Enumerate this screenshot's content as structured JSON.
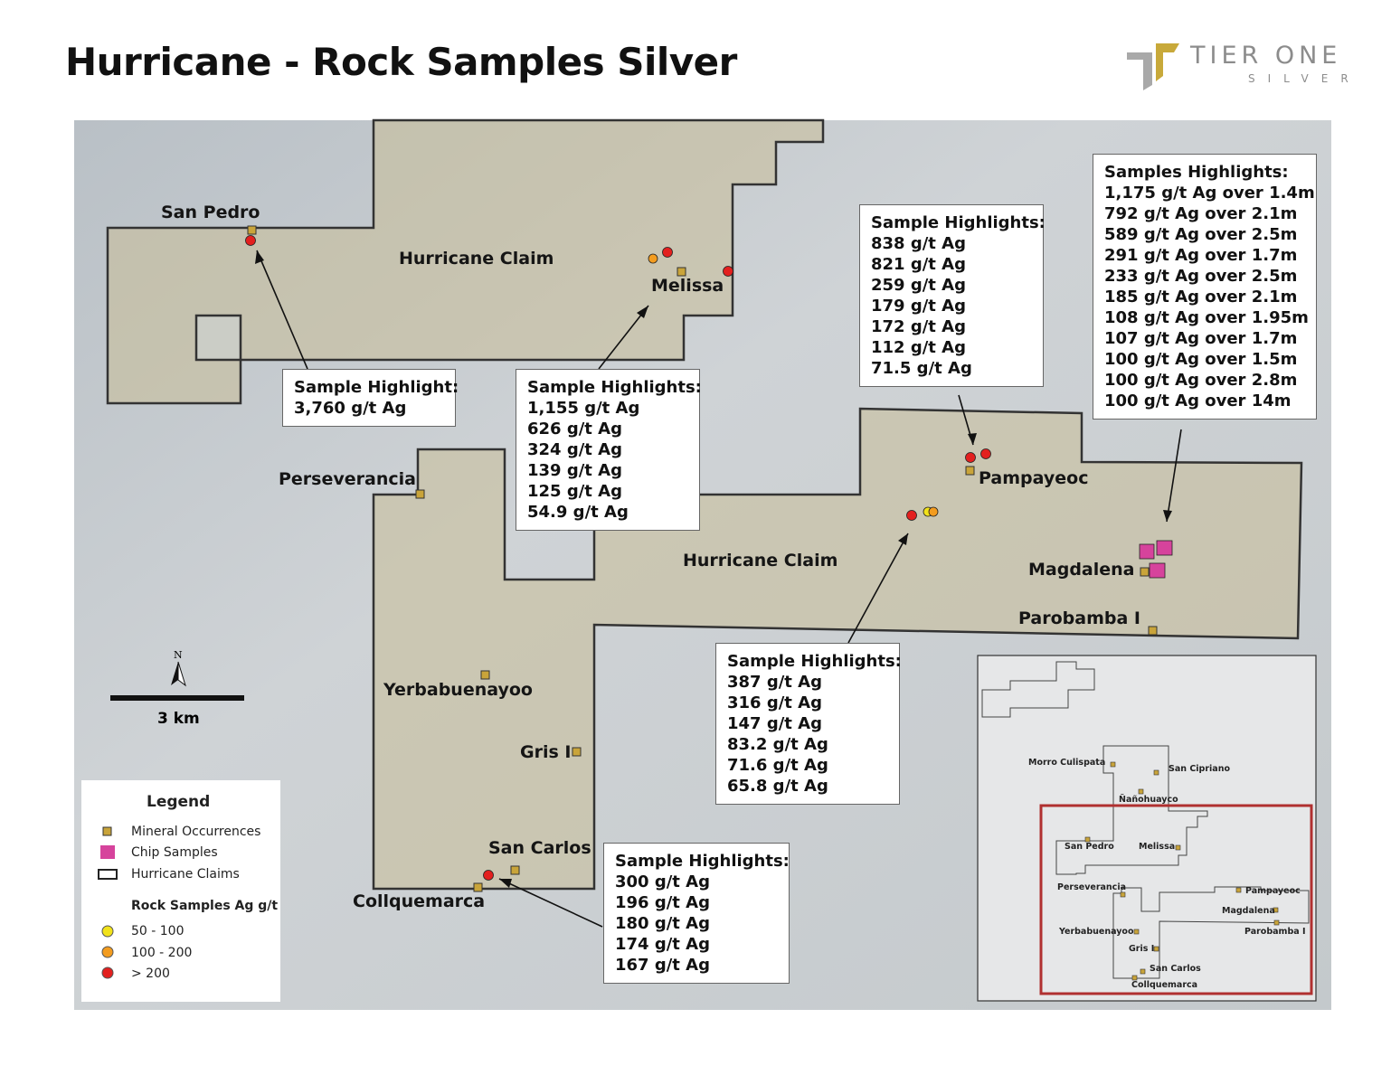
{
  "title": "Hurricane - Rock Samples Silver",
  "logo": {
    "line1": "TIER ONE",
    "line2": "SILVER"
  },
  "colors": {
    "claim_fill": "#c9bd98",
    "occurrence": "#c9a43a",
    "chip": "#d6439c",
    "ag_50_100": "#f2e21a",
    "ag_100_200": "#f39c1f",
    "ag_gt_200": "#e3201f",
    "inset_frame": "#b03030"
  },
  "map_labels": {
    "san_pedro": "San Pedro",
    "hurricane_claim_n": "Hurricane Claim",
    "melissa": "Melissa",
    "perseverancia": "Perseverancia",
    "pampayeoc": "Pampayeoc",
    "hurricane_claim_s": "Hurricane Claim",
    "magdalena": "Magdalena",
    "parobamba": "Parobamba I",
    "yerbabuenayoo": "Yerbabuenayoo",
    "gris": "Gris I",
    "san_carlos": "San Carlos",
    "collquemarca": "Collquemarca"
  },
  "scale": {
    "north": "N",
    "distance": "3 km"
  },
  "boxes": {
    "san_pedro": {
      "title": "Sample Highlight:",
      "items": [
        "3,760 g/t Ag"
      ]
    },
    "melissa": {
      "title": "Sample Highlights:",
      "items": [
        "1,155 g/t Ag",
        "626 g/t Ag",
        "324 g/t Ag",
        "139 g/t Ag",
        "125 g/t Ag",
        "54.9 g/t Ag"
      ]
    },
    "pampayeoc": {
      "title": "Sample Highlights:",
      "items": [
        "838 g/t Ag",
        "821 g/t Ag",
        "259 g/t Ag",
        "179 g/t Ag",
        "172 g/t Ag",
        "112 g/t Ag",
        "71.5 g/t Ag"
      ]
    },
    "magdalena": {
      "title": "Samples Highlights:",
      "items": [
        "1,175 g/t Ag over 1.4m",
        "792 g/t Ag over 2.1m",
        "589 g/t Ag over 2.5m",
        "291 g/t Ag over 1.7m",
        "233 g/t Ag over 2.5m",
        "185 g/t Ag over 2.1m",
        "108 g/t Ag over 1.95m",
        "107 g/t Ag over 1.7m",
        "100 g/t Ag over 1.5m",
        "100 g/t Ag over 2.8m",
        "100 g/t Ag over 14m"
      ]
    },
    "central": {
      "title": "Sample Highlights:",
      "items": [
        "387 g/t Ag",
        "316 g/t Ag",
        "147 g/t Ag",
        "83.2 g/t Ag",
        "71.6 g/t Ag",
        "65.8 g/t Ag"
      ]
    },
    "san_carlos": {
      "title": "Sample Highlights:",
      "items": [
        "300 g/t Ag",
        "196 g/t Ag",
        "180 g/t Ag",
        "174 g/t Ag",
        "167 g/t Ag"
      ]
    }
  },
  "legend": {
    "title": "Legend",
    "occurrences": "Mineral Occurrences",
    "chip": "Chip Samples",
    "claims": "Hurricane Claims",
    "rock_title": "Rock Samples Ag g/t",
    "r1": "50 - 100",
    "r2": "100 - 200",
    "r3": "> 200"
  },
  "inset": {
    "labels": [
      "Morro Culispata",
      "San Cipriano",
      "Ñañohuayco",
      "San Pedro",
      "Melissa",
      "Perseverancia",
      "Pampayeoc",
      "Magdalena",
      "Yerbabuenayoo",
      "Parobamba I",
      "Gris I",
      "San Carlos",
      "Collquemarca"
    ]
  }
}
